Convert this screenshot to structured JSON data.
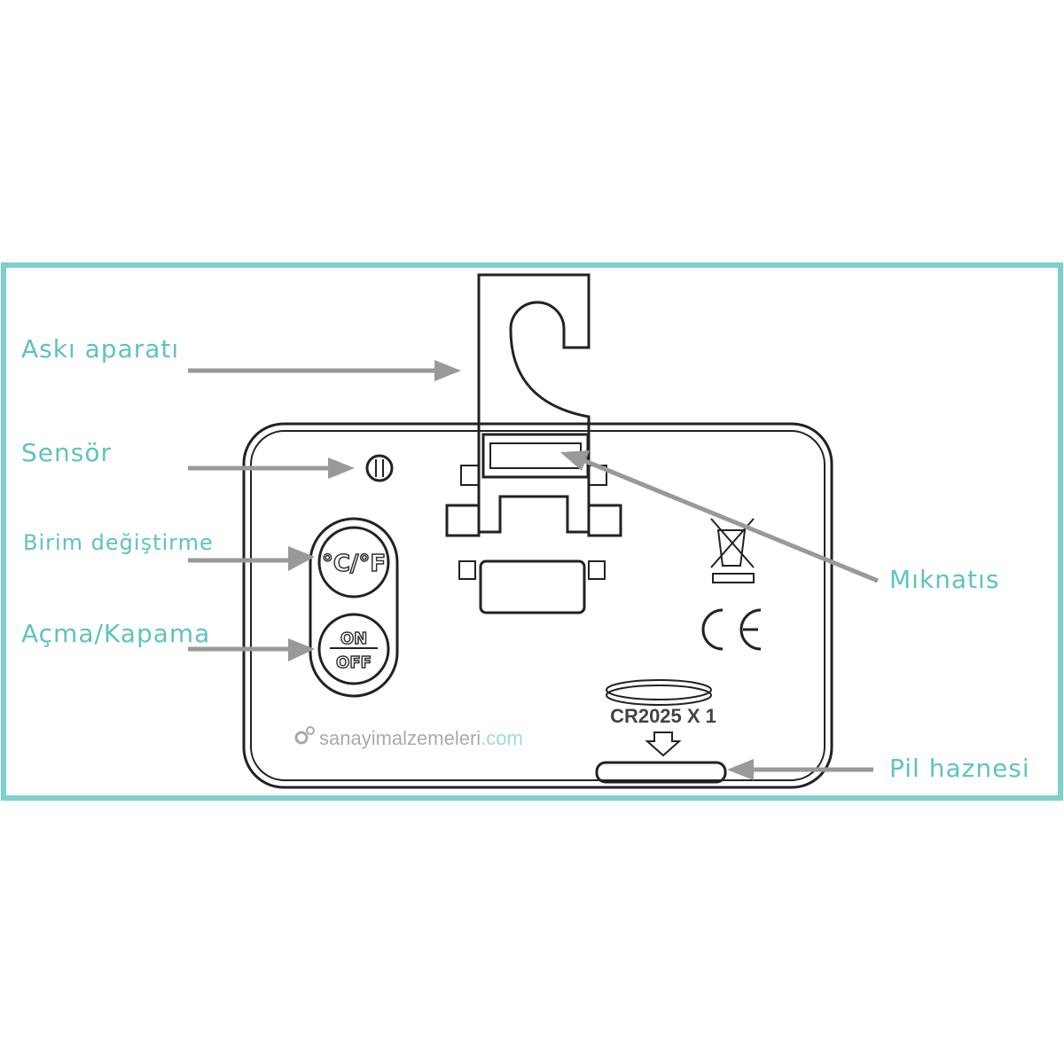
{
  "colors": {
    "frame": "#7fcfcc",
    "label": "#5ec3bf",
    "arrow": "#999999"
  },
  "labels": {
    "hanger": "Askı aparatı",
    "sensor": "Sensör",
    "unit_switch": "Birim değiştirme",
    "power": "Açma/Kapama",
    "magnet": "Mıknatıs",
    "battery": "Pil haznesi"
  },
  "buttons": {
    "unit": "°C/°F",
    "on": "ON",
    "off": "OFF"
  },
  "battery_text": "CR2025 X 1",
  "watermark": {
    "main": "sanayimalzemeleri",
    "tld": ".com"
  }
}
